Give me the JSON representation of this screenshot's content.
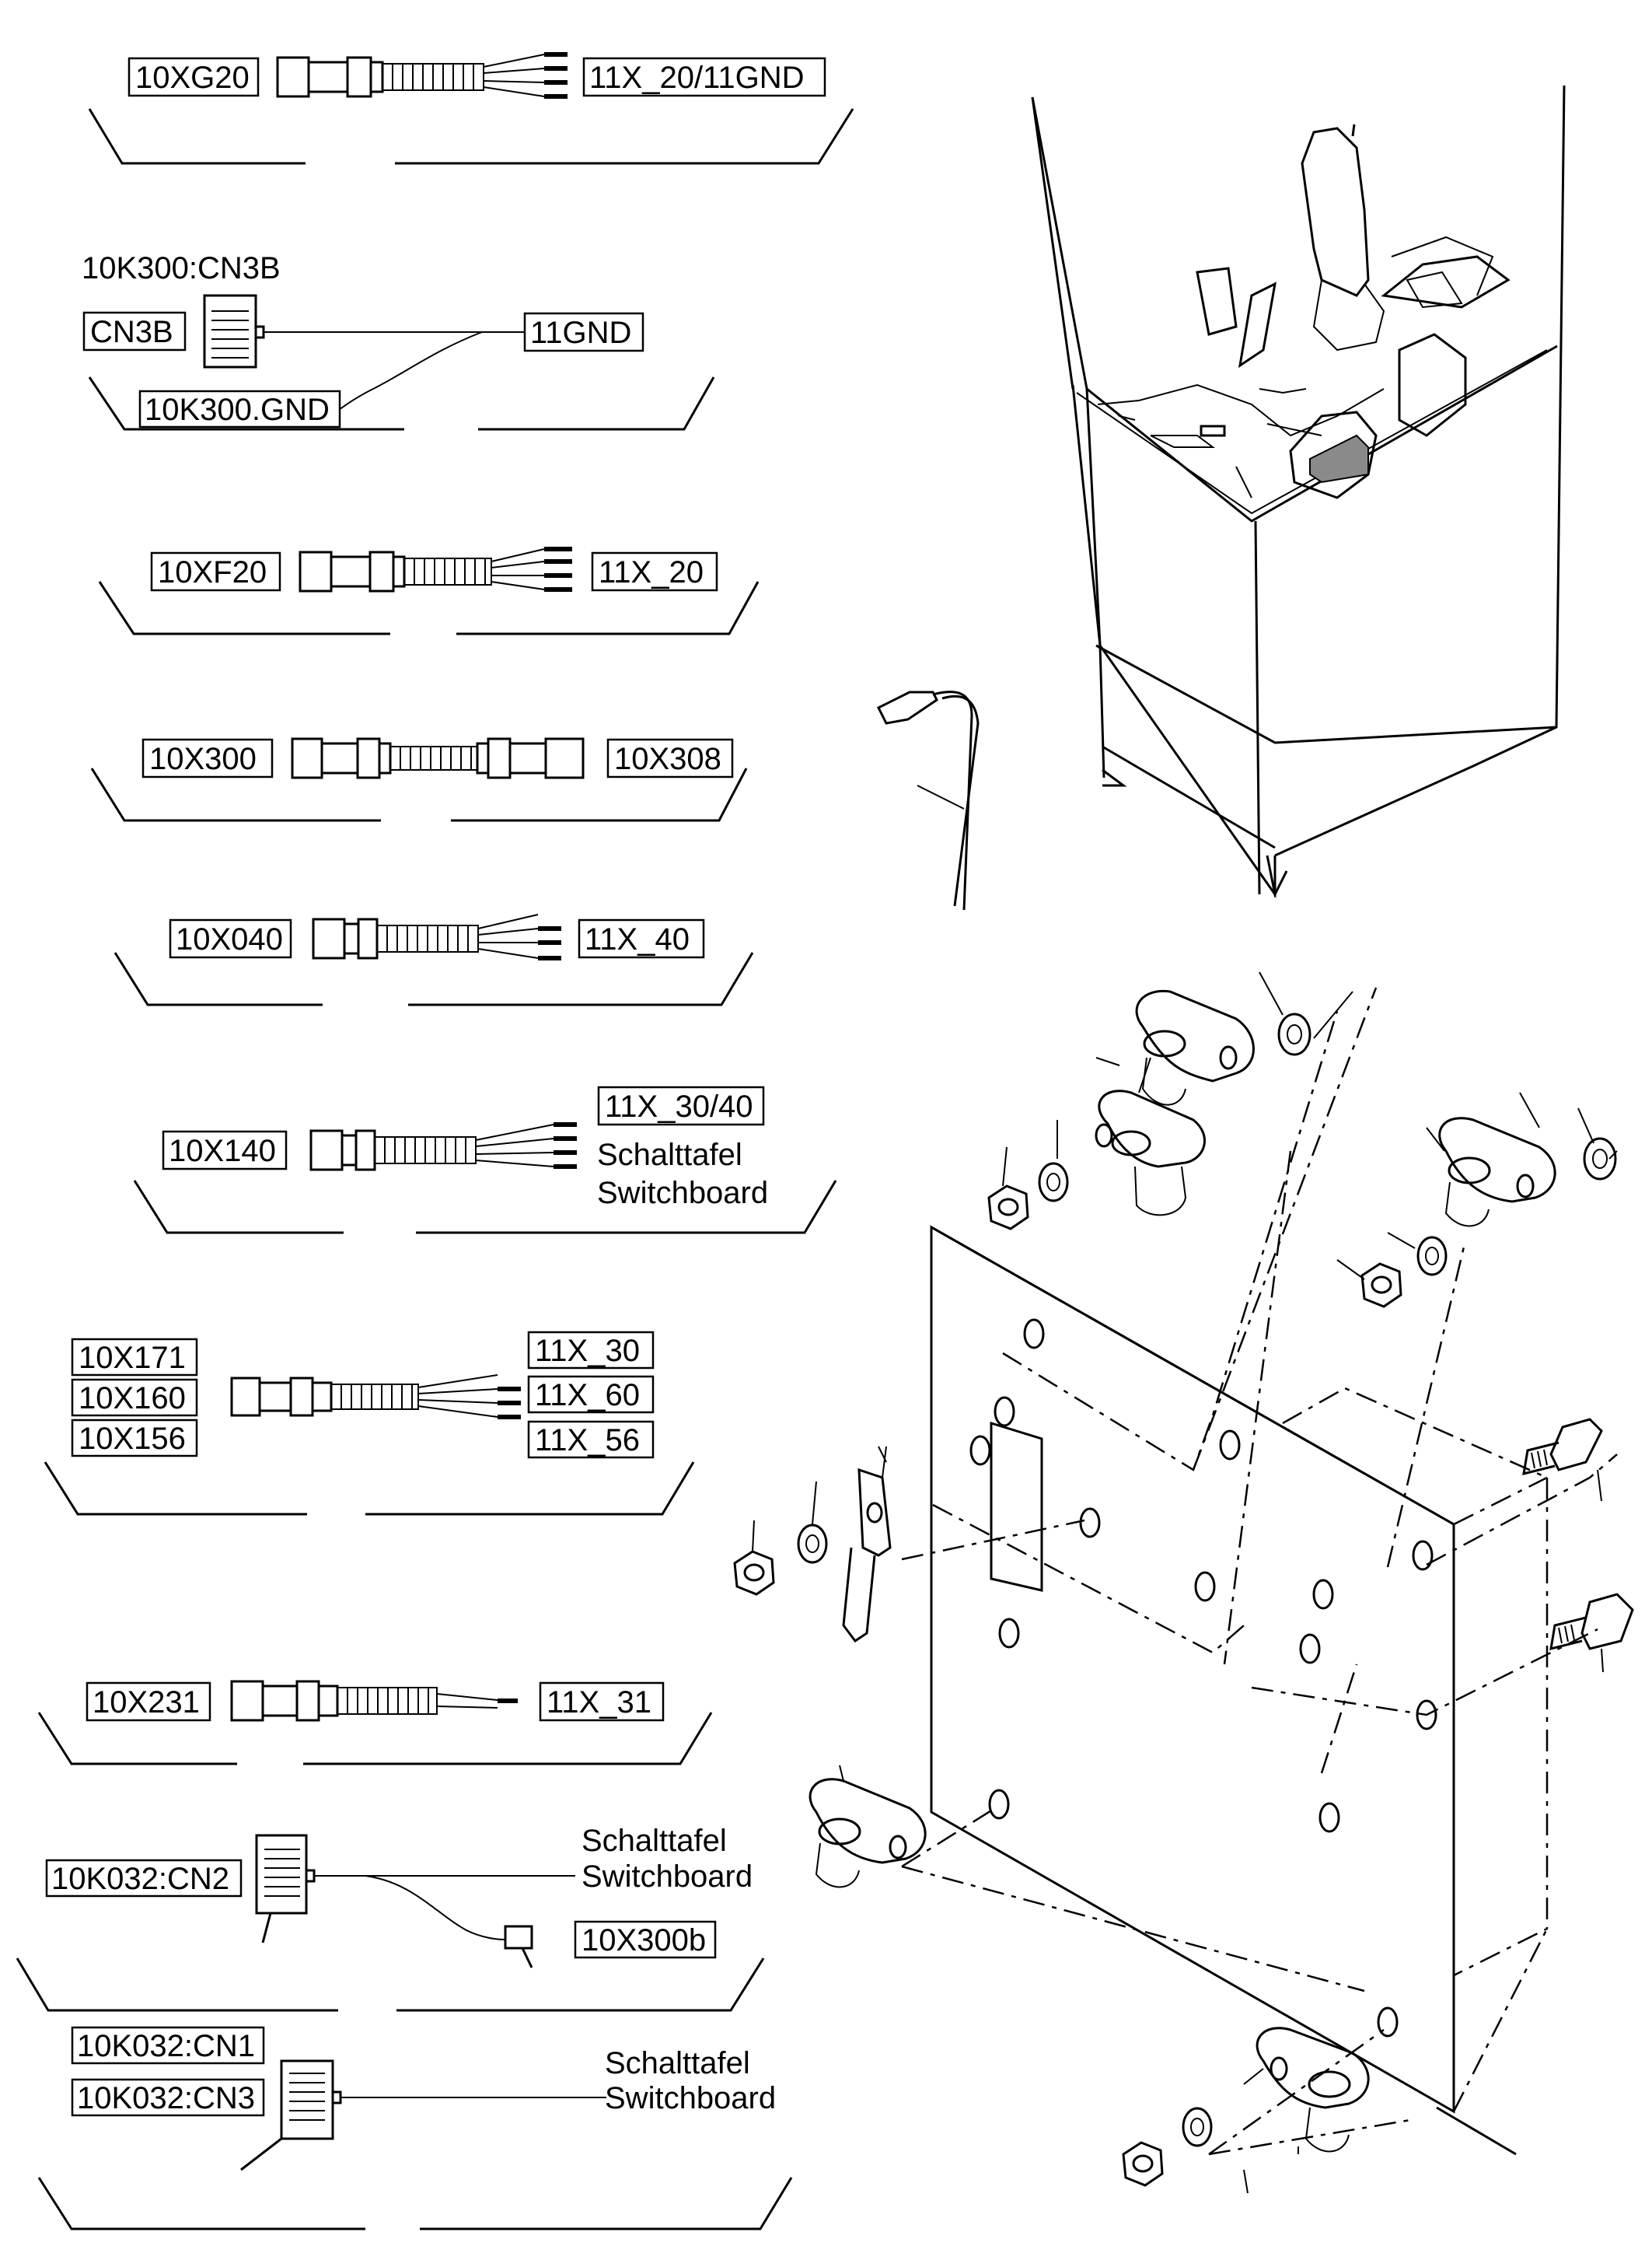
{
  "harnesses": [
    {
      "left": [
        "10XG20"
      ],
      "right": [
        "11X_20/11GND"
      ]
    },
    {
      "top": "10K300:CN3B",
      "left": [
        "CN3B"
      ],
      "right": [
        "11GND"
      ],
      "bottom": "10K300.GND"
    },
    {
      "left": [
        "10XF20"
      ],
      "right": [
        "11X_20"
      ]
    },
    {
      "left": [
        "10X300"
      ],
      "right": [
        "10X308"
      ]
    },
    {
      "left": [
        "10X040"
      ],
      "right": [
        "11X_40"
      ]
    },
    {
      "left": [
        "10X140"
      ],
      "right": [
        "11X_30/40"
      ],
      "note": [
        "Schalttafel",
        "Switchboard"
      ]
    },
    {
      "left": [
        "10X171",
        "10X160",
        "10X156"
      ],
      "right": [
        "11X_30",
        "11X_60",
        "11X_56"
      ]
    },
    {
      "left": [
        "10X231"
      ],
      "right": [
        "11X_31"
      ]
    },
    {
      "left": [
        "10K032:CN2"
      ],
      "right": [
        "10X300b"
      ],
      "note": [
        "Schalttafel",
        "Switchboard"
      ]
    },
    {
      "left": [
        "10K032:CN1",
        "10K032:CN3"
      ],
      "note": [
        "Schalttafel",
        "Switchboard"
      ]
    }
  ]
}
